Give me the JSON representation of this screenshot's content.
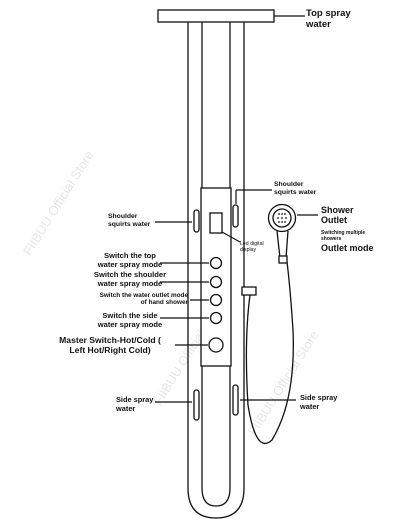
{
  "labels": {
    "top_spray": [
      "Top spray",
      "water"
    ],
    "shoulder_right": [
      "Shoulder",
      "squirts water"
    ],
    "shoulder_left": [
      "Shoulder",
      "squirts water"
    ],
    "shower_outlet": [
      "Shower",
      "Outlet"
    ],
    "switching_outlet_small": [
      "Switching multiple",
      "showers"
    ],
    "outlet_mode": "Outlet mode",
    "led_display": [
      "Led digital",
      "display"
    ],
    "switch_top": [
      "Switch the top",
      "water spray mode"
    ],
    "switch_shoulder": [
      "Switch the shoulder",
      "water spray mode"
    ],
    "switch_outlet": [
      "Switch the water outlet mode",
      "of hand shower"
    ],
    "switch_side": [
      "Switch the side",
      "water spray mode"
    ],
    "master_switch": [
      "Master Switch-Hot/Cold (",
      "Left Hot/Right Cold)"
    ],
    "side_left": [
      "Side spray",
      "water"
    ],
    "side_right": [
      "Side spray",
      "water"
    ]
  },
  "watermark": [
    "FIIBUU Official Store",
    "FIIBUU Official Store",
    "FIIBUU Official Store"
  ]
}
